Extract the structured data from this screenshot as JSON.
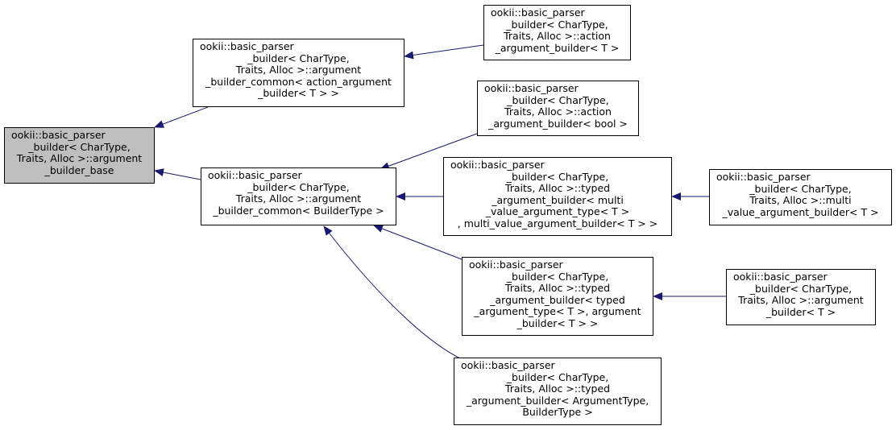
{
  "nodes": {
    "base": {
      "lines": [
        "ookii::basic_parser",
        "_builder< CharType,",
        "Traits, Alloc >::argument",
        "_builder_base"
      ]
    },
    "common_action": {
      "lines": [
        "ookii::basic_parser",
        "_builder< CharType,",
        "Traits, Alloc >::argument",
        "_builder_common< action_argument",
        "_builder< T > >"
      ]
    },
    "common_builder": {
      "lines": [
        "ookii::basic_parser",
        "_builder< CharType,",
        "Traits, Alloc >::argument",
        "_builder_common< BuilderType >"
      ]
    },
    "action_t": {
      "lines": [
        "ookii::basic_parser",
        "_builder< CharType,",
        "Traits, Alloc >::action",
        "_argument_builder< T >"
      ]
    },
    "action_bool": {
      "lines": [
        "ookii::basic_parser",
        "_builder< CharType,",
        "Traits, Alloc >::action",
        "_argument_builder< bool >"
      ]
    },
    "typed_multi": {
      "lines": [
        "ookii::basic_parser",
        "_builder< CharType,",
        "Traits, Alloc >::typed",
        "_argument_builder< multi",
        "_value_argument_type< T >",
        ", multi_value_argument_builder< T > >"
      ]
    },
    "multi_value": {
      "lines": [
        "ookii::basic_parser",
        "_builder< CharType,",
        "Traits, Alloc >::multi",
        "_value_argument_builder< T >"
      ]
    },
    "typed_typed": {
      "lines": [
        "ookii::basic_parser",
        "_builder< CharType,",
        "Traits, Alloc >::typed",
        "_argument_builder< typed",
        "_argument_type< T >, argument",
        "_builder< T > >"
      ]
    },
    "argument_builder": {
      "lines": [
        "ookii::basic_parser",
        "_builder< CharType,",
        "Traits, Alloc >::argument",
        "_builder< T >"
      ]
    },
    "typed_generic": {
      "lines": [
        "ookii::basic_parser",
        "_builder< CharType,",
        "Traits, Alloc >::typed",
        "_argument_builder< ArgumentType,",
        "BuilderType >"
      ]
    }
  },
  "colors": {
    "edge": "#191970",
    "base_fill": "#bfbfbf",
    "node_fill": "#ffffff",
    "border": "#000000"
  }
}
